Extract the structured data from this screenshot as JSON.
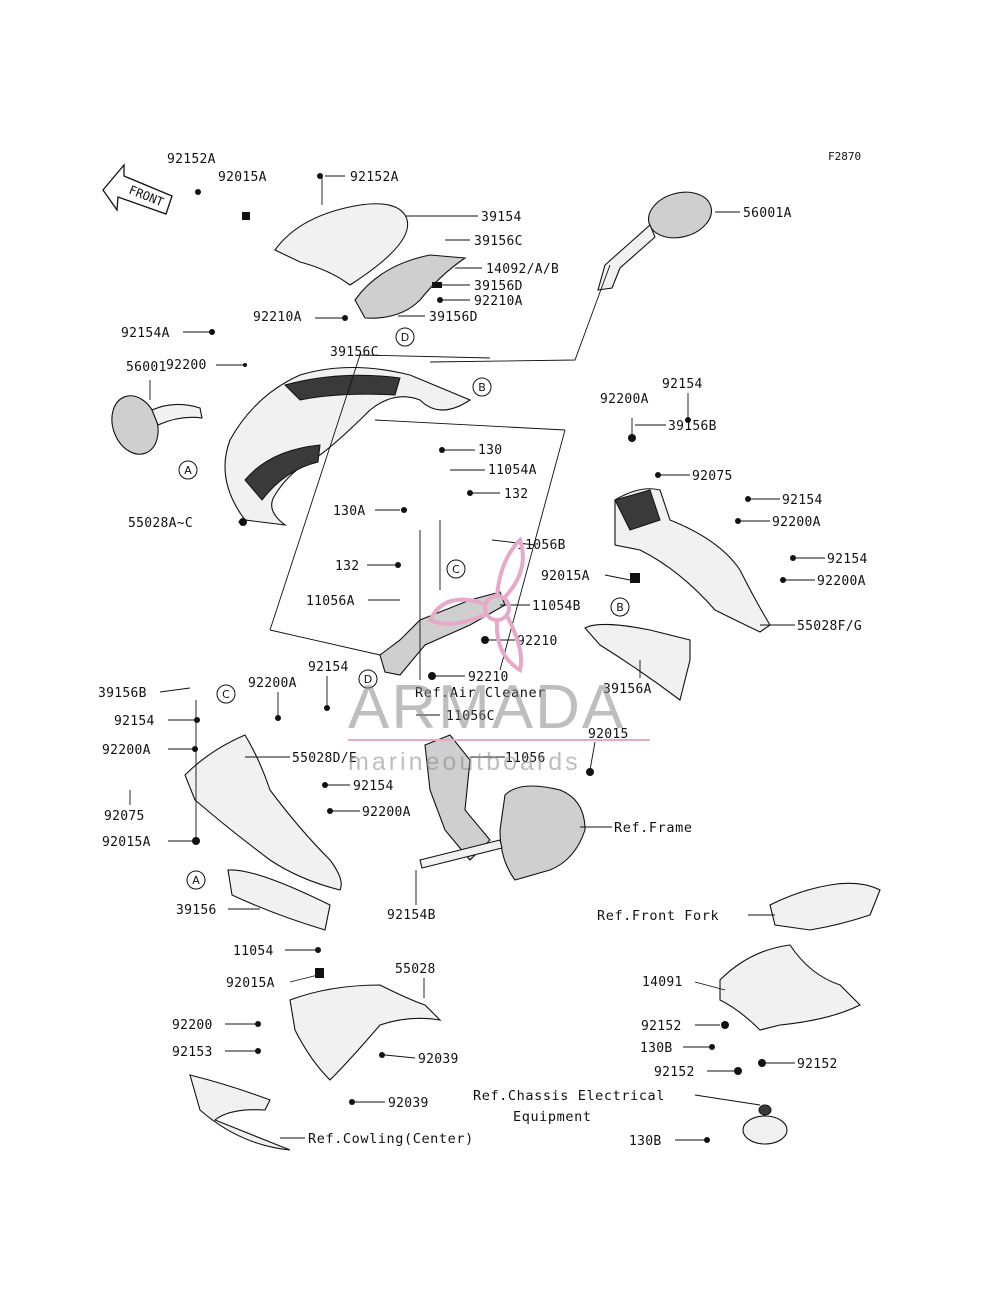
{
  "figure_code": "F2870",
  "direction_label": "FRONT",
  "watermark": {
    "brand": "ARMADA",
    "tagline": "marineoutboards",
    "accent_color": "#e7a9c8"
  },
  "callouts": [
    "A",
    "B",
    "C",
    "D"
  ],
  "part_labels": {
    "p92152A_a": "92152A",
    "p92015A_a": "92015A",
    "p92152A_b": "92152A",
    "p39154": "39154",
    "p39156C_a": "39156C",
    "p14092": "14092/A/B",
    "p39156D_a": "39156D",
    "p92210A_a": "92210A",
    "p92210A_b": "92210A",
    "p39156D_b": "39156D",
    "p39156C_b": "39156C",
    "p56001A": "56001A",
    "p92154A": "92154A",
    "p92200": "92200",
    "p56001": "56001",
    "p55028AC": "55028A~C",
    "p130": "130",
    "p11054A": "11054A",
    "p132_a": "132",
    "p130A": "130A",
    "p132_b": "132",
    "p11056B": "11056B",
    "p11056A": "11056A",
    "p11054B": "11054B",
    "p92210_a": "92210",
    "p92210_b": "92210",
    "p92200A_r1": "92200A",
    "p92154_r1": "92154",
    "p39156B_r": "39156B",
    "p92075_r": "92075",
    "p92154_r2": "92154",
    "p92200A_r2": "92200A",
    "p92154_r3": "92154",
    "p92015A_r": "92015A",
    "p92200A_r3": "92200A",
    "p55028FG": "55028F/G",
    "p39156A": "39156A",
    "p39156B_l": "39156B",
    "p92200A_l1": "92200A",
    "p92154_l1": "92154",
    "p92154_l2": "92154",
    "p92200A_l2": "92200A",
    "p55028DE": "55028D/E",
    "p92075_l": "92075",
    "p92015A_l": "92015A",
    "p11056C": "11056C",
    "p11056": "11056",
    "p92015": "92015",
    "p92154_c": "92154",
    "p92200A_c": "92200A",
    "p39156": "39156",
    "p92154B": "92154B",
    "p11054": "11054",
    "p92015A_b": "92015A",
    "p55028": "55028",
    "p92200_b": "92200",
    "p92153": "92153",
    "p92039_a": "92039",
    "p92039_b": "92039",
    "p14091": "14091",
    "p92152_r1": "92152",
    "p130B_a": "130B",
    "p92152_r2": "92152",
    "p92152_r3": "92152",
    "p130B_b": "130B"
  },
  "references": {
    "air_cleaner": "Ref.Air Cleaner",
    "frame": "Ref.Frame",
    "front_fork": "Ref.Front Fork",
    "chassis_electrical_1": "Ref.Chassis Electrical",
    "chassis_electrical_2": "Equipment",
    "cowling_center": "Ref.Cowling(Center)"
  }
}
